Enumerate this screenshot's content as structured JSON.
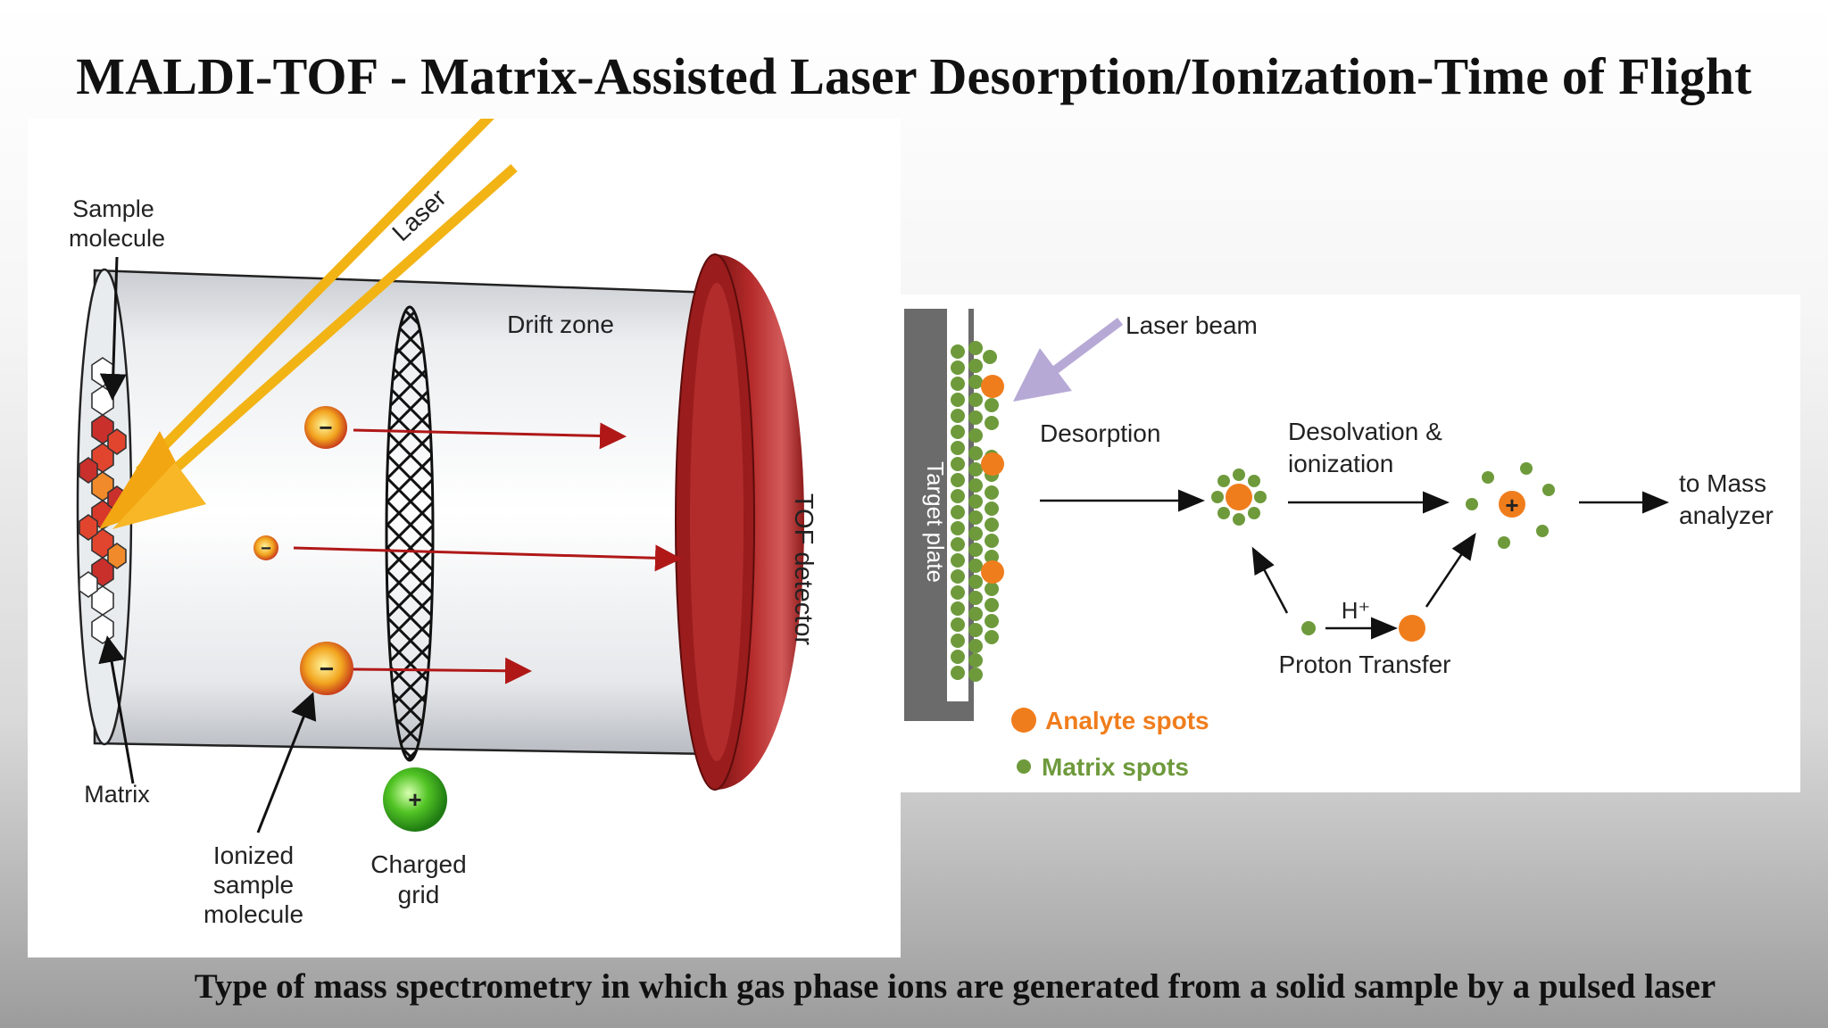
{
  "title": "MALDI-TOF - Matrix-Assisted Laser Desorption/Ionization-Time of Flight",
  "footer": "Type of mass spectrometry in which gas phase ions are generated from a solid sample by a pulsed laser",
  "tof_diagram": {
    "sample_molecule_line1": "Sample",
    "sample_molecule_line2": "molecule",
    "laser": "Laser",
    "drift_zone": "Drift zone",
    "tof_detector": "TOF detector",
    "matrix": "Matrix",
    "ionized_line1": "Ionized",
    "ionized_line2": "sample",
    "ionized_line3": "molecule",
    "charged_line1": "Charged",
    "charged_line2": "grid",
    "minus_sign": "−",
    "plus_sign": "+"
  },
  "desorption_diagram": {
    "laser_beam": "Laser beam",
    "target_plate": "Target plate",
    "desorption": "Desorption",
    "desolvation_line1": "Desolvation &",
    "desolvation_line2": "ionization",
    "to_mass_line1": "to Mass",
    "to_mass_line2": "analyzer",
    "h_plus": "H⁺",
    "proton_transfer": "Proton Transfer",
    "analyte_spots": "Analyte spots",
    "matrix_spots": "Matrix spots",
    "plus_sign": "+",
    "colors": {
      "analyte": "#f07d1c",
      "matrix": "#6e9a3c",
      "laser_beam": "#b7a9d6",
      "plate": "#6b6b6b"
    }
  }
}
